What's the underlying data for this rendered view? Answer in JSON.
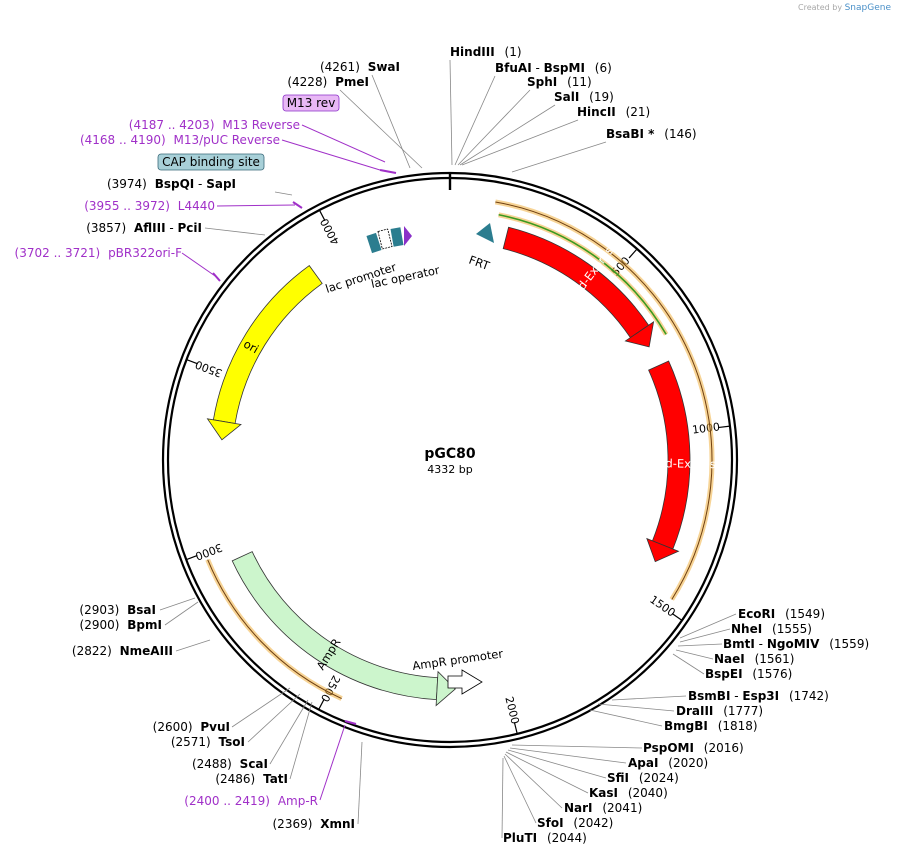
{
  "watermark": {
    "prefix": "Created by",
    "brand": "SnapGene"
  },
  "plasmid": {
    "name": "pGC80",
    "length_label": "4332 bp",
    "length": 4332
  },
  "ticks": [
    {
      "pos": 500,
      "label": "500"
    },
    {
      "pos": 1000,
      "label": "1000"
    },
    {
      "pos": 1500,
      "label": "1500"
    },
    {
      "pos": 2000,
      "label": "2000"
    },
    {
      "pos": 2500,
      "label": "2500"
    },
    {
      "pos": 3000,
      "label": "3000"
    },
    {
      "pos": 3500,
      "label": "3500"
    },
    {
      "pos": 4000,
      "label": "4000"
    }
  ],
  "features": [
    {
      "id": "dsred1",
      "name": "DsRed-Express",
      "start": 170,
      "end": 727,
      "color": "#ff0000",
      "text": "in-white"
    },
    {
      "id": "dsred2",
      "name": "DsRed-Express",
      "start": 790,
      "end": 1400,
      "color": "#ff0000",
      "text": "in-white"
    },
    {
      "id": "ampr",
      "name": "AmpR",
      "start": 2150,
      "end": 2950,
      "color": "#ccf5cc",
      "text": "in-dark",
      "reverse": true
    },
    {
      "id": "ori",
      "name": "ori",
      "start": 3310,
      "end": 3900,
      "color": "#ffff00",
      "text": "in-dark",
      "reverse": true
    }
  ],
  "small_features": [
    {
      "id": "frt",
      "name": "FRT"
    },
    {
      "id": "ampr-promoter",
      "name": "AmpR promoter"
    },
    {
      "id": "lac-promoter",
      "name": "lac promoter"
    },
    {
      "id": "lac-operator",
      "name": "lac operator"
    }
  ],
  "boxed_labels": [
    {
      "id": "m13rev",
      "text": "M13 rev"
    },
    {
      "id": "cap",
      "text": "CAP binding site"
    }
  ],
  "enzymes": [
    {
      "name": "HindIII",
      "pos": "(1)"
    },
    {
      "name": "BfuAI",
      "name2": "BspMI",
      "pos": "(6)"
    },
    {
      "name": "SphI",
      "pos": "(11)"
    },
    {
      "name": "SalI",
      "pos": "(19)"
    },
    {
      "name": "HincII",
      "pos": "(21)"
    },
    {
      "name": "BsaBI *",
      "pos": "(146)"
    },
    {
      "name": "SwaI",
      "pos": "(4261)"
    },
    {
      "name": "PmeI",
      "pos": "(4228)"
    },
    {
      "name": "BspQI",
      "name2": "SapI",
      "pos": "(3974)"
    },
    {
      "name": "AflIII",
      "name2": "PciI",
      "pos": "(3857)"
    },
    {
      "name": "EcoRI",
      "pos": "(1549)"
    },
    {
      "name": "NheI",
      "pos": "(1555)"
    },
    {
      "name": "BmtI",
      "name2": "NgoMIV",
      "pos": "(1559)"
    },
    {
      "name": "NaeI",
      "pos": "(1561)"
    },
    {
      "name": "BspEI",
      "pos": "(1576)"
    },
    {
      "name": "BsmBI",
      "name2": "Esp3I",
      "pos": "(1742)"
    },
    {
      "name": "DraIII",
      "pos": "(1777)"
    },
    {
      "name": "BmgBI",
      "pos": "(1818)"
    },
    {
      "name": "PspOMI",
      "pos": "(2016)"
    },
    {
      "name": "ApaI",
      "pos": "(2020)"
    },
    {
      "name": "SfiI",
      "pos": "(2024)"
    },
    {
      "name": "KasI",
      "pos": "(2040)"
    },
    {
      "name": "NarI",
      "pos": "(2041)"
    },
    {
      "name": "SfoI",
      "pos": "(2042)"
    },
    {
      "name": "PluTI",
      "pos": "(2044)"
    },
    {
      "name": "BsaI",
      "pos": "(2903)"
    },
    {
      "name": "BpmI",
      "pos": "(2900)"
    },
    {
      "name": "NmeAIII",
      "pos": "(2822)"
    },
    {
      "name": "PvuI",
      "pos": "(2600)"
    },
    {
      "name": "TsoI",
      "pos": "(2571)"
    },
    {
      "name": "ScaI",
      "pos": "(2488)"
    },
    {
      "name": "TatI",
      "pos": "(2486)"
    },
    {
      "name": "XmnI",
      "pos": "(2369)"
    }
  ],
  "primers": [
    {
      "range": "(4187 .. 4203)",
      "name": "M13 Reverse"
    },
    {
      "range": "(4168 .. 4190)",
      "name": "M13/pUC Reverse"
    },
    {
      "range": "(3955 .. 3972)",
      "name": "L4440"
    },
    {
      "range": "(3702 .. 3721)",
      "name": "pBR322ori-F"
    },
    {
      "range": "(2400 .. 2419)",
      "name": "Amp-R"
    }
  ],
  "colors": {
    "backbone": "#000000",
    "dsred": "#ff0000",
    "ampr": "#ccf5cc",
    "ori": "#ffff00",
    "frt": "#2b7d8f",
    "primer": "#a030c8",
    "primer_box": "#e8b8f5",
    "cap_box": "#a8d0d8",
    "orange_track": "#f0b040",
    "green_track": "#3a9a20"
  }
}
